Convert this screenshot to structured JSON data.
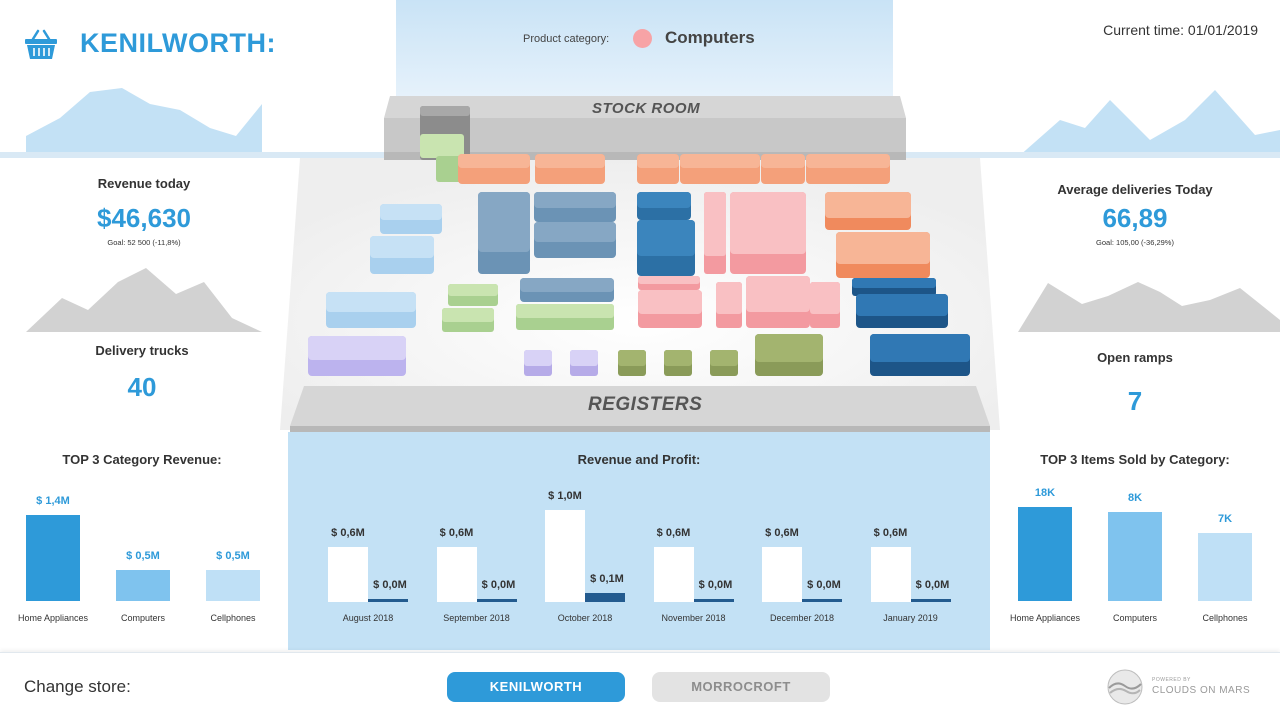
{
  "header": {
    "store_name": "KENILWORTH:",
    "product_category_label": "Product category:",
    "product_category_value": "Computers",
    "current_time": "Current time: 01/01/2019"
  },
  "store_map": {
    "stock_room_label": "STOCK ROOM",
    "registers_label": "REGISTERS"
  },
  "left_kpis": {
    "revenue_label": "Revenue today",
    "revenue_value": "$46,630",
    "revenue_goal": "Goal: 52 500 (-11,8%)",
    "trucks_label": "Delivery trucks",
    "trucks_value": "40"
  },
  "right_kpis": {
    "deliveries_label": "Average deliveries Today",
    "deliveries_value": "66,89",
    "deliveries_goal": "Goal: 105,00 (-36,29%)",
    "ramps_label": "Open ramps",
    "ramps_value": "7"
  },
  "top3_category_revenue": {
    "title": "TOP 3 Category Revenue:",
    "bars": [
      {
        "label": "Home Appliances",
        "value_label": "$ 1,4M",
        "value": 1.4,
        "color": "#2e9ad9"
      },
      {
        "label": "Computers",
        "value_label": "$ 0,5M",
        "value": 0.5,
        "color": "#7fc3ee"
      },
      {
        "label": "Cellphones",
        "value_label": "$ 0,5M",
        "value": 0.5,
        "color": "#bfe0f6"
      }
    ]
  },
  "top3_items_sold": {
    "title": "TOP 3 Items Sold by Category:",
    "bars": [
      {
        "label": "Home Appliances",
        "value_label": "18K",
        "value": 18,
        "color": "#2e9ad9"
      },
      {
        "label": "Computers",
        "value_label": "8K",
        "value": 17,
        "color": "#7fc3ee"
      },
      {
        "label": "Cellphones",
        "value_label": "7K",
        "value": 13,
        "color": "#bfe0f6"
      }
    ]
  },
  "chart_data": {
    "type": "bar",
    "title": "Revenue and Profit:",
    "categories": [
      "August 2018",
      "September 2018",
      "October 2018",
      "November 2018",
      "December 2018",
      "January 2019"
    ],
    "series": [
      {
        "values": [
          0.6,
          0.6,
          1.0,
          0.6,
          0.6,
          0.6
        ],
        "labels": [
          "$ 0,6M",
          "$ 0,6M",
          "$ 1,0M",
          "$ 0,6M",
          "$ 0,6M",
          "$ 0,6M"
        ],
        "color": "#ffffff"
      },
      {
        "values": [
          0.0,
          0.0,
          0.1,
          0.0,
          0.0,
          0.0
        ],
        "labels": [
          "$ 0,0M",
          "$ 0,0M",
          "$ 0,1M",
          "$ 0,0M",
          "$ 0,0M",
          "$ 0,0M"
        ],
        "color": "#235b8f"
      }
    ],
    "ylim": [
      0,
      1.0
    ]
  },
  "footer": {
    "change_store_label": "Change store:",
    "stores": [
      "KENILWORTH",
      "MORROCROFT"
    ],
    "powered_by_small": "POWERED BY",
    "powered_by_brand": "CLOUDS ON MARS"
  }
}
